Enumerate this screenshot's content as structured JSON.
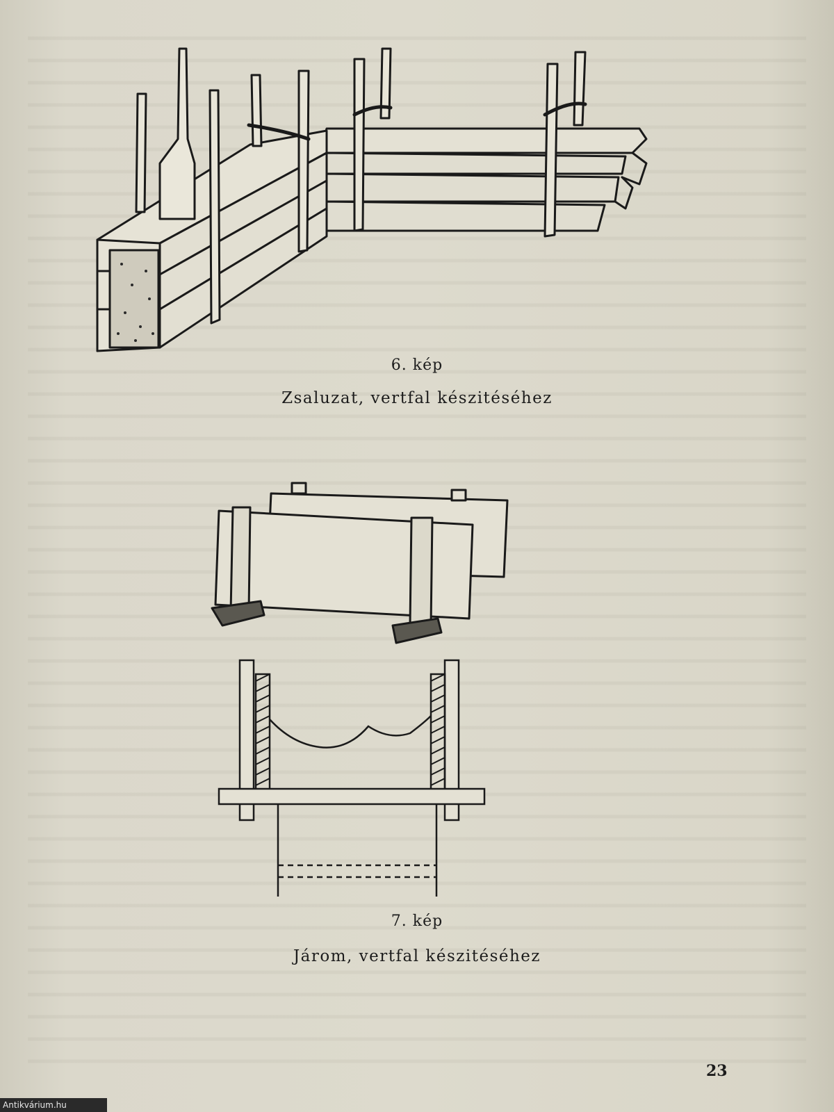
{
  "figure6": {
    "number": "6. kép",
    "title": "Zsaluzat, vertfal készitéséhez"
  },
  "figure7": {
    "number": "7. kép",
    "title": "Járom, vertfal készitéséhez"
  },
  "page_number": "23",
  "watermark": "Antikvárium.hu",
  "colors": {
    "paper": "#dddacd",
    "ink": "#1c1c1c"
  }
}
